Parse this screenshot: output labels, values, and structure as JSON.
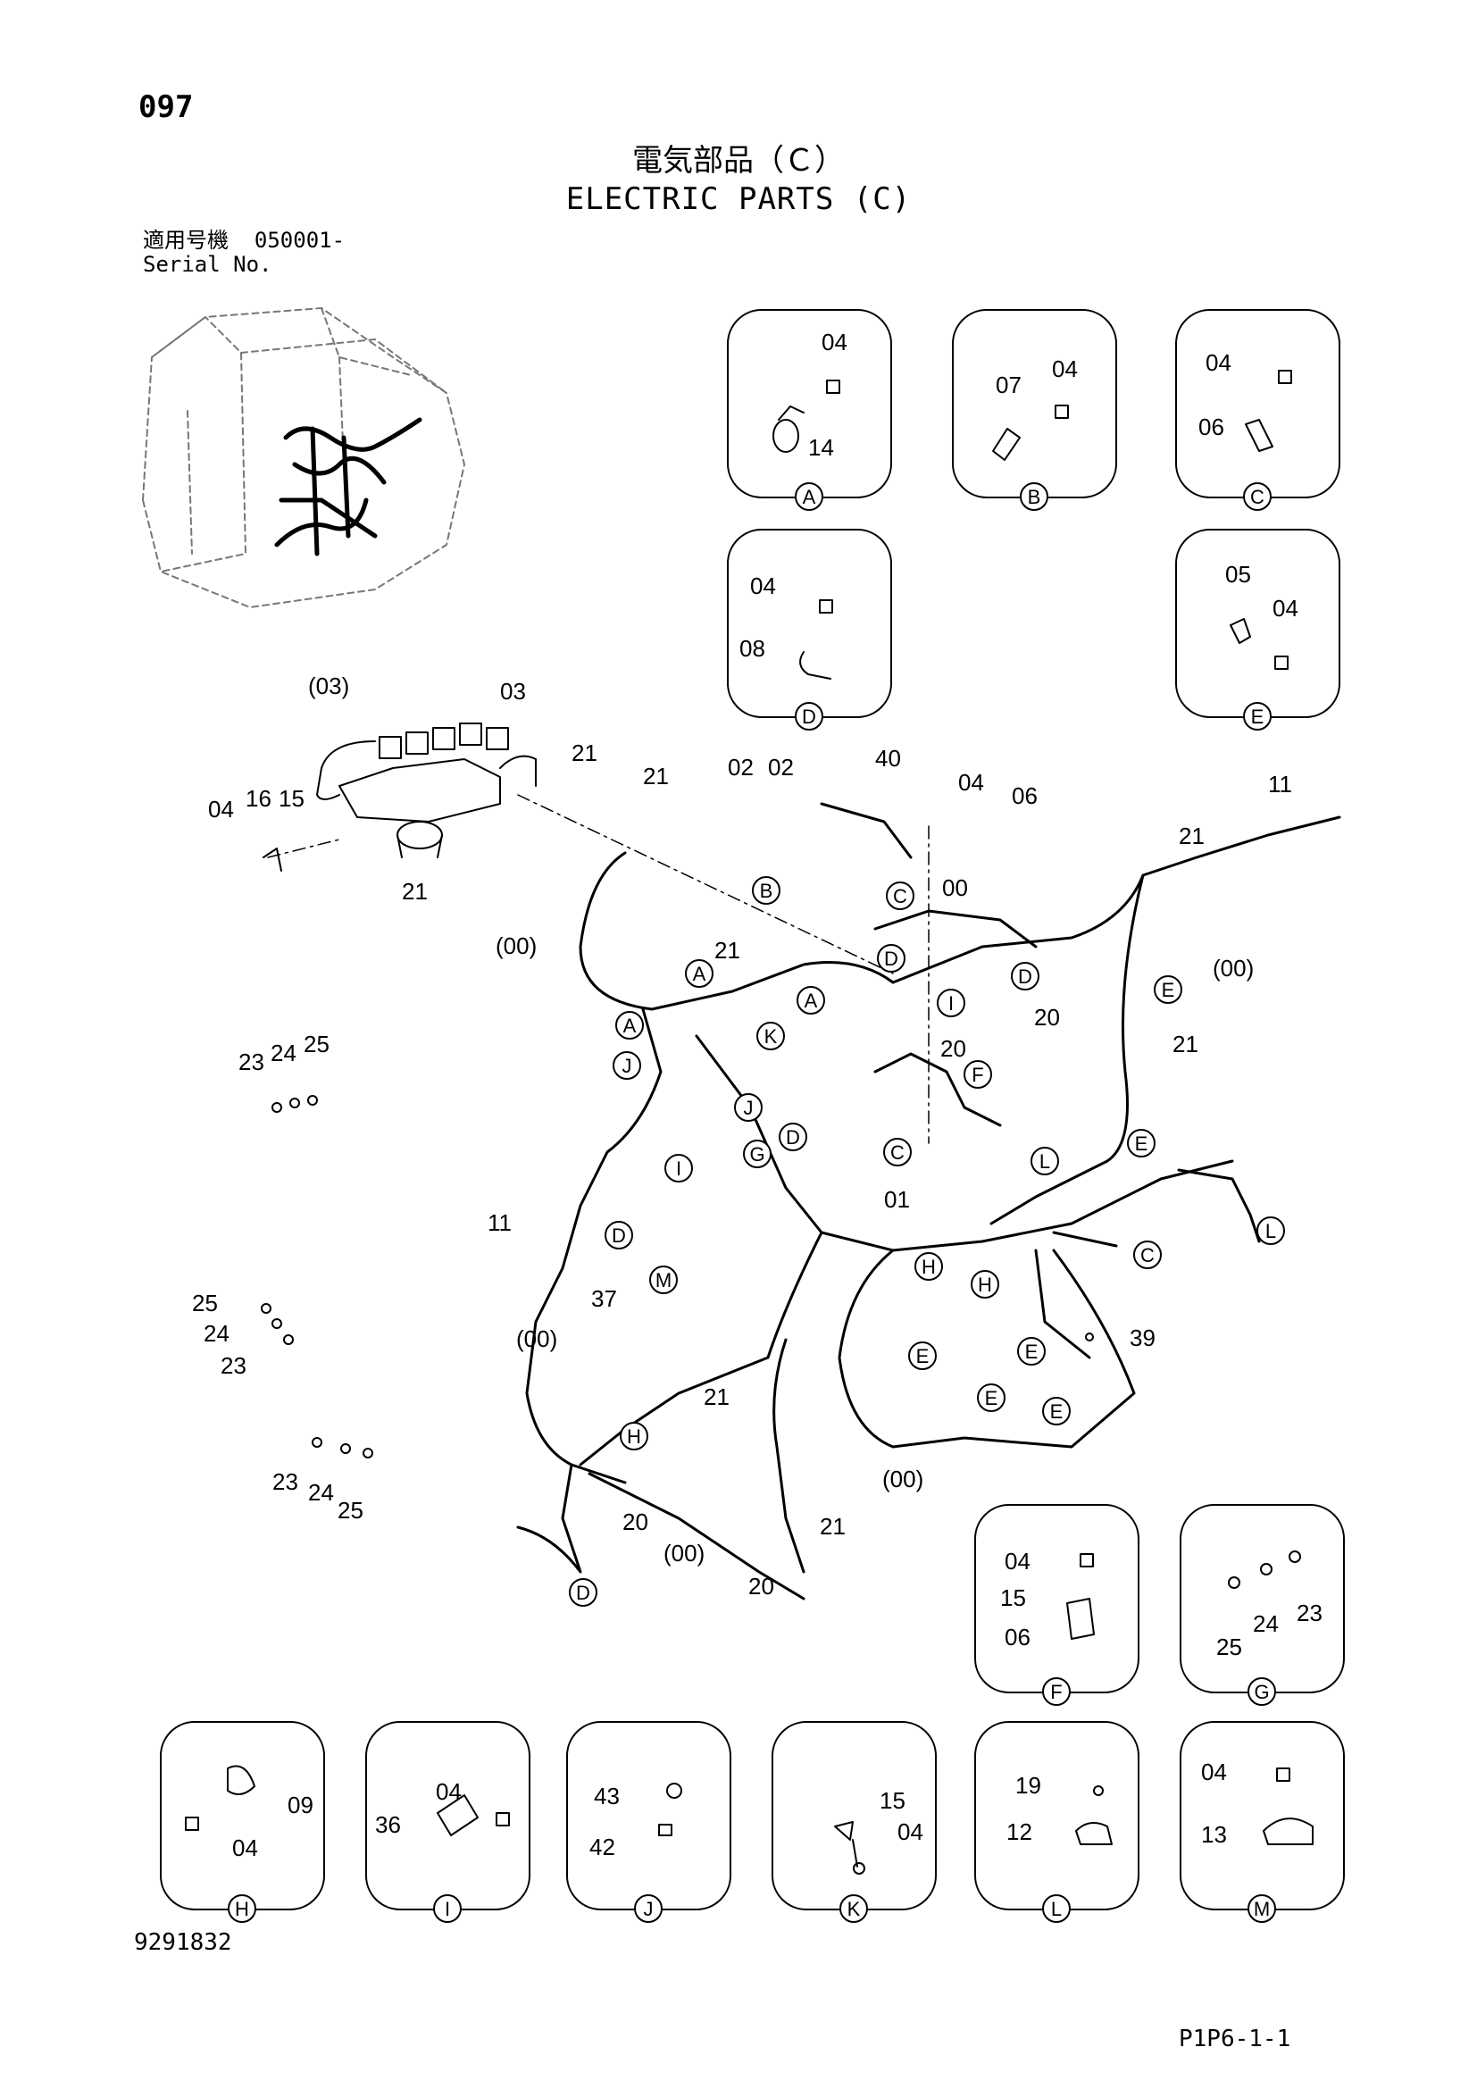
{
  "header": {
    "page_number": "097",
    "title_jp": "電気部品（Ｃ）",
    "title_en": "ELECTRIC PARTS (C)",
    "serial_label_jp": "適用号機",
    "serial_value": "050001-",
    "serial_label_en": "Serial No."
  },
  "footer": {
    "document_number": "9291832",
    "page_reference": "P1P6-1-1"
  },
  "details": [
    {
      "letter": "A",
      "parts": [
        "04",
        "14"
      ]
    },
    {
      "letter": "B",
      "parts": [
        "07",
        "04"
      ]
    },
    {
      "letter": "C",
      "parts": [
        "04",
        "06"
      ]
    },
    {
      "letter": "D",
      "parts": [
        "04",
        "08"
      ]
    },
    {
      "letter": "E",
      "parts": [
        "05",
        "04"
      ]
    },
    {
      "letter": "F",
      "parts": [
        "04",
        "15",
        "06"
      ]
    },
    {
      "letter": "G",
      "parts": [
        "24",
        "23",
        "25"
      ]
    },
    {
      "letter": "H",
      "parts": [
        "09",
        "04"
      ]
    },
    {
      "letter": "I",
      "parts": [
        "04",
        "36"
      ]
    },
    {
      "letter": "J",
      "parts": [
        "43",
        "42"
      ]
    },
    {
      "letter": "K",
      "parts": [
        "15",
        "04"
      ]
    },
    {
      "letter": "L",
      "parts": [
        "19",
        "12"
      ]
    },
    {
      "letter": "M",
      "parts": [
        "04",
        "13"
      ]
    }
  ],
  "main_labels": {
    "harness_bracket": [
      "(03)",
      "03",
      "21",
      "04",
      "16",
      "15",
      "21"
    ],
    "top_row": [
      "21",
      "02",
      "02",
      "40",
      "04",
      "06",
      "11",
      "21",
      "(00)",
      "00",
      "(00)"
    ],
    "center": [
      "21",
      "20",
      "20",
      "01",
      "21",
      "11",
      "37",
      "(00)",
      "21",
      "21",
      "20",
      "(00)",
      "20",
      "(00)",
      "39"
    ],
    "loose_hardware": [
      "23",
      "24",
      "25",
      "25",
      "24",
      "23",
      "23",
      "24",
      "25"
    ],
    "callouts": [
      "B",
      "C",
      "A",
      "D",
      "D",
      "A",
      "K",
      "A",
      "I",
      "E",
      "J",
      "F",
      "L",
      "J",
      "D",
      "C",
      "E",
      "I",
      "G",
      "L",
      "D",
      "H",
      "H",
      "M",
      "C",
      "E",
      "E",
      "E",
      "E",
      "H",
      "D"
    ]
  }
}
